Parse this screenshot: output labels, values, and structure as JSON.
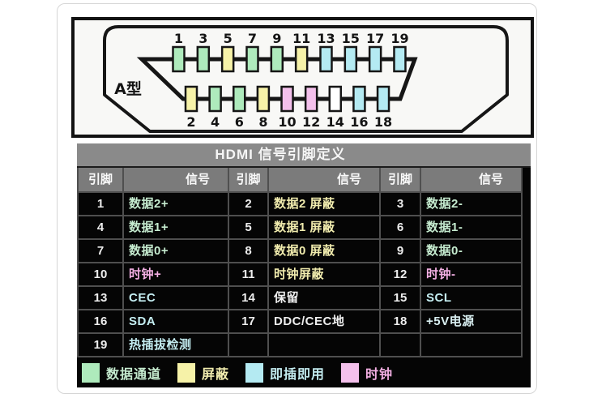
{
  "connector": {
    "label": "A型",
    "top_pins": [
      {
        "num": "1",
        "type": "data"
      },
      {
        "num": "3",
        "type": "data"
      },
      {
        "num": "5",
        "type": "shield"
      },
      {
        "num": "7",
        "type": "data"
      },
      {
        "num": "9",
        "type": "data"
      },
      {
        "num": "11",
        "type": "shield"
      },
      {
        "num": "13",
        "type": "plug"
      },
      {
        "num": "15",
        "type": "plug"
      },
      {
        "num": "17",
        "type": "plug"
      },
      {
        "num": "19",
        "type": "plug"
      }
    ],
    "bottom_pins": [
      {
        "num": "2",
        "type": "shield"
      },
      {
        "num": "4",
        "type": "data"
      },
      {
        "num": "6",
        "type": "data"
      },
      {
        "num": "8",
        "type": "shield"
      },
      {
        "num": "10",
        "type": "clock"
      },
      {
        "num": "12",
        "type": "clock"
      },
      {
        "num": "14",
        "type": "reserved"
      },
      {
        "num": "16",
        "type": "plug"
      },
      {
        "num": "18",
        "type": "plug"
      }
    ]
  },
  "colors": {
    "pin": {
      "data": "#aeeabc",
      "shield": "#f6f2a8",
      "plug": "#b4eaf2",
      "clock": "#f4c0ec",
      "reserved": "#ffffff"
    },
    "text": {
      "g": "#c6ecd0",
      "y": "#f1ecae",
      "p": "#f4b0e4",
      "c": "#c4edf1",
      "c2": "#daf0f2",
      "w": "#efefef"
    }
  },
  "table": {
    "title": "HDMI 信号引脚定义",
    "headers": [
      "引脚",
      "信号",
      "引脚",
      "信号",
      "引脚",
      "信号"
    ],
    "rows": [
      [
        {
          "pin": "1",
          "signal": "数据2+",
          "c": "g"
        },
        {
          "pin": "2",
          "signal": "数据2 屏蔽",
          "c": "y"
        },
        {
          "pin": "3",
          "signal": "数据2-",
          "c": "g"
        }
      ],
      [
        {
          "pin": "4",
          "signal": "数据1+",
          "c": "g"
        },
        {
          "pin": "5",
          "signal": "数据1 屏蔽",
          "c": "y"
        },
        {
          "pin": "6",
          "signal": "数据1-",
          "c": "g"
        }
      ],
      [
        {
          "pin": "7",
          "signal": "数据0+",
          "c": "g"
        },
        {
          "pin": "8",
          "signal": "数据0 屏蔽",
          "c": "y"
        },
        {
          "pin": "9",
          "signal": "数据0-",
          "c": "g"
        }
      ],
      [
        {
          "pin": "10",
          "signal": "时钟+",
          "c": "p"
        },
        {
          "pin": "11",
          "signal": "时钟屏蔽",
          "c": "y"
        },
        {
          "pin": "12",
          "signal": "时钟-",
          "c": "p"
        }
      ],
      [
        {
          "pin": "13",
          "signal": "CEC",
          "c": "c"
        },
        {
          "pin": "14",
          "signal": "保留",
          "c": "w"
        },
        {
          "pin": "15",
          "signal": "SCL",
          "c": "c"
        }
      ],
      [
        {
          "pin": "16",
          "signal": "SDA",
          "c": "c"
        },
        {
          "pin": "17",
          "signal": "DDC/CEC地",
          "c": "w"
        },
        {
          "pin": "18",
          "signal": "+5V电源",
          "c": "c2"
        }
      ],
      [
        {
          "pin": "19",
          "signal": "热插拔检测",
          "c": "c"
        },
        {
          "pin": "",
          "signal": "",
          "c": "w"
        },
        {
          "pin": "",
          "signal": "",
          "c": "w"
        }
      ]
    ]
  },
  "legend": [
    {
      "label": "数据通道",
      "key": "data",
      "text": "g"
    },
    {
      "label": "屏蔽",
      "key": "shield",
      "text": "y"
    },
    {
      "label": "即插即用",
      "key": "plug",
      "text": "c"
    },
    {
      "label": "时钟",
      "key": "clock",
      "text": "p"
    }
  ]
}
